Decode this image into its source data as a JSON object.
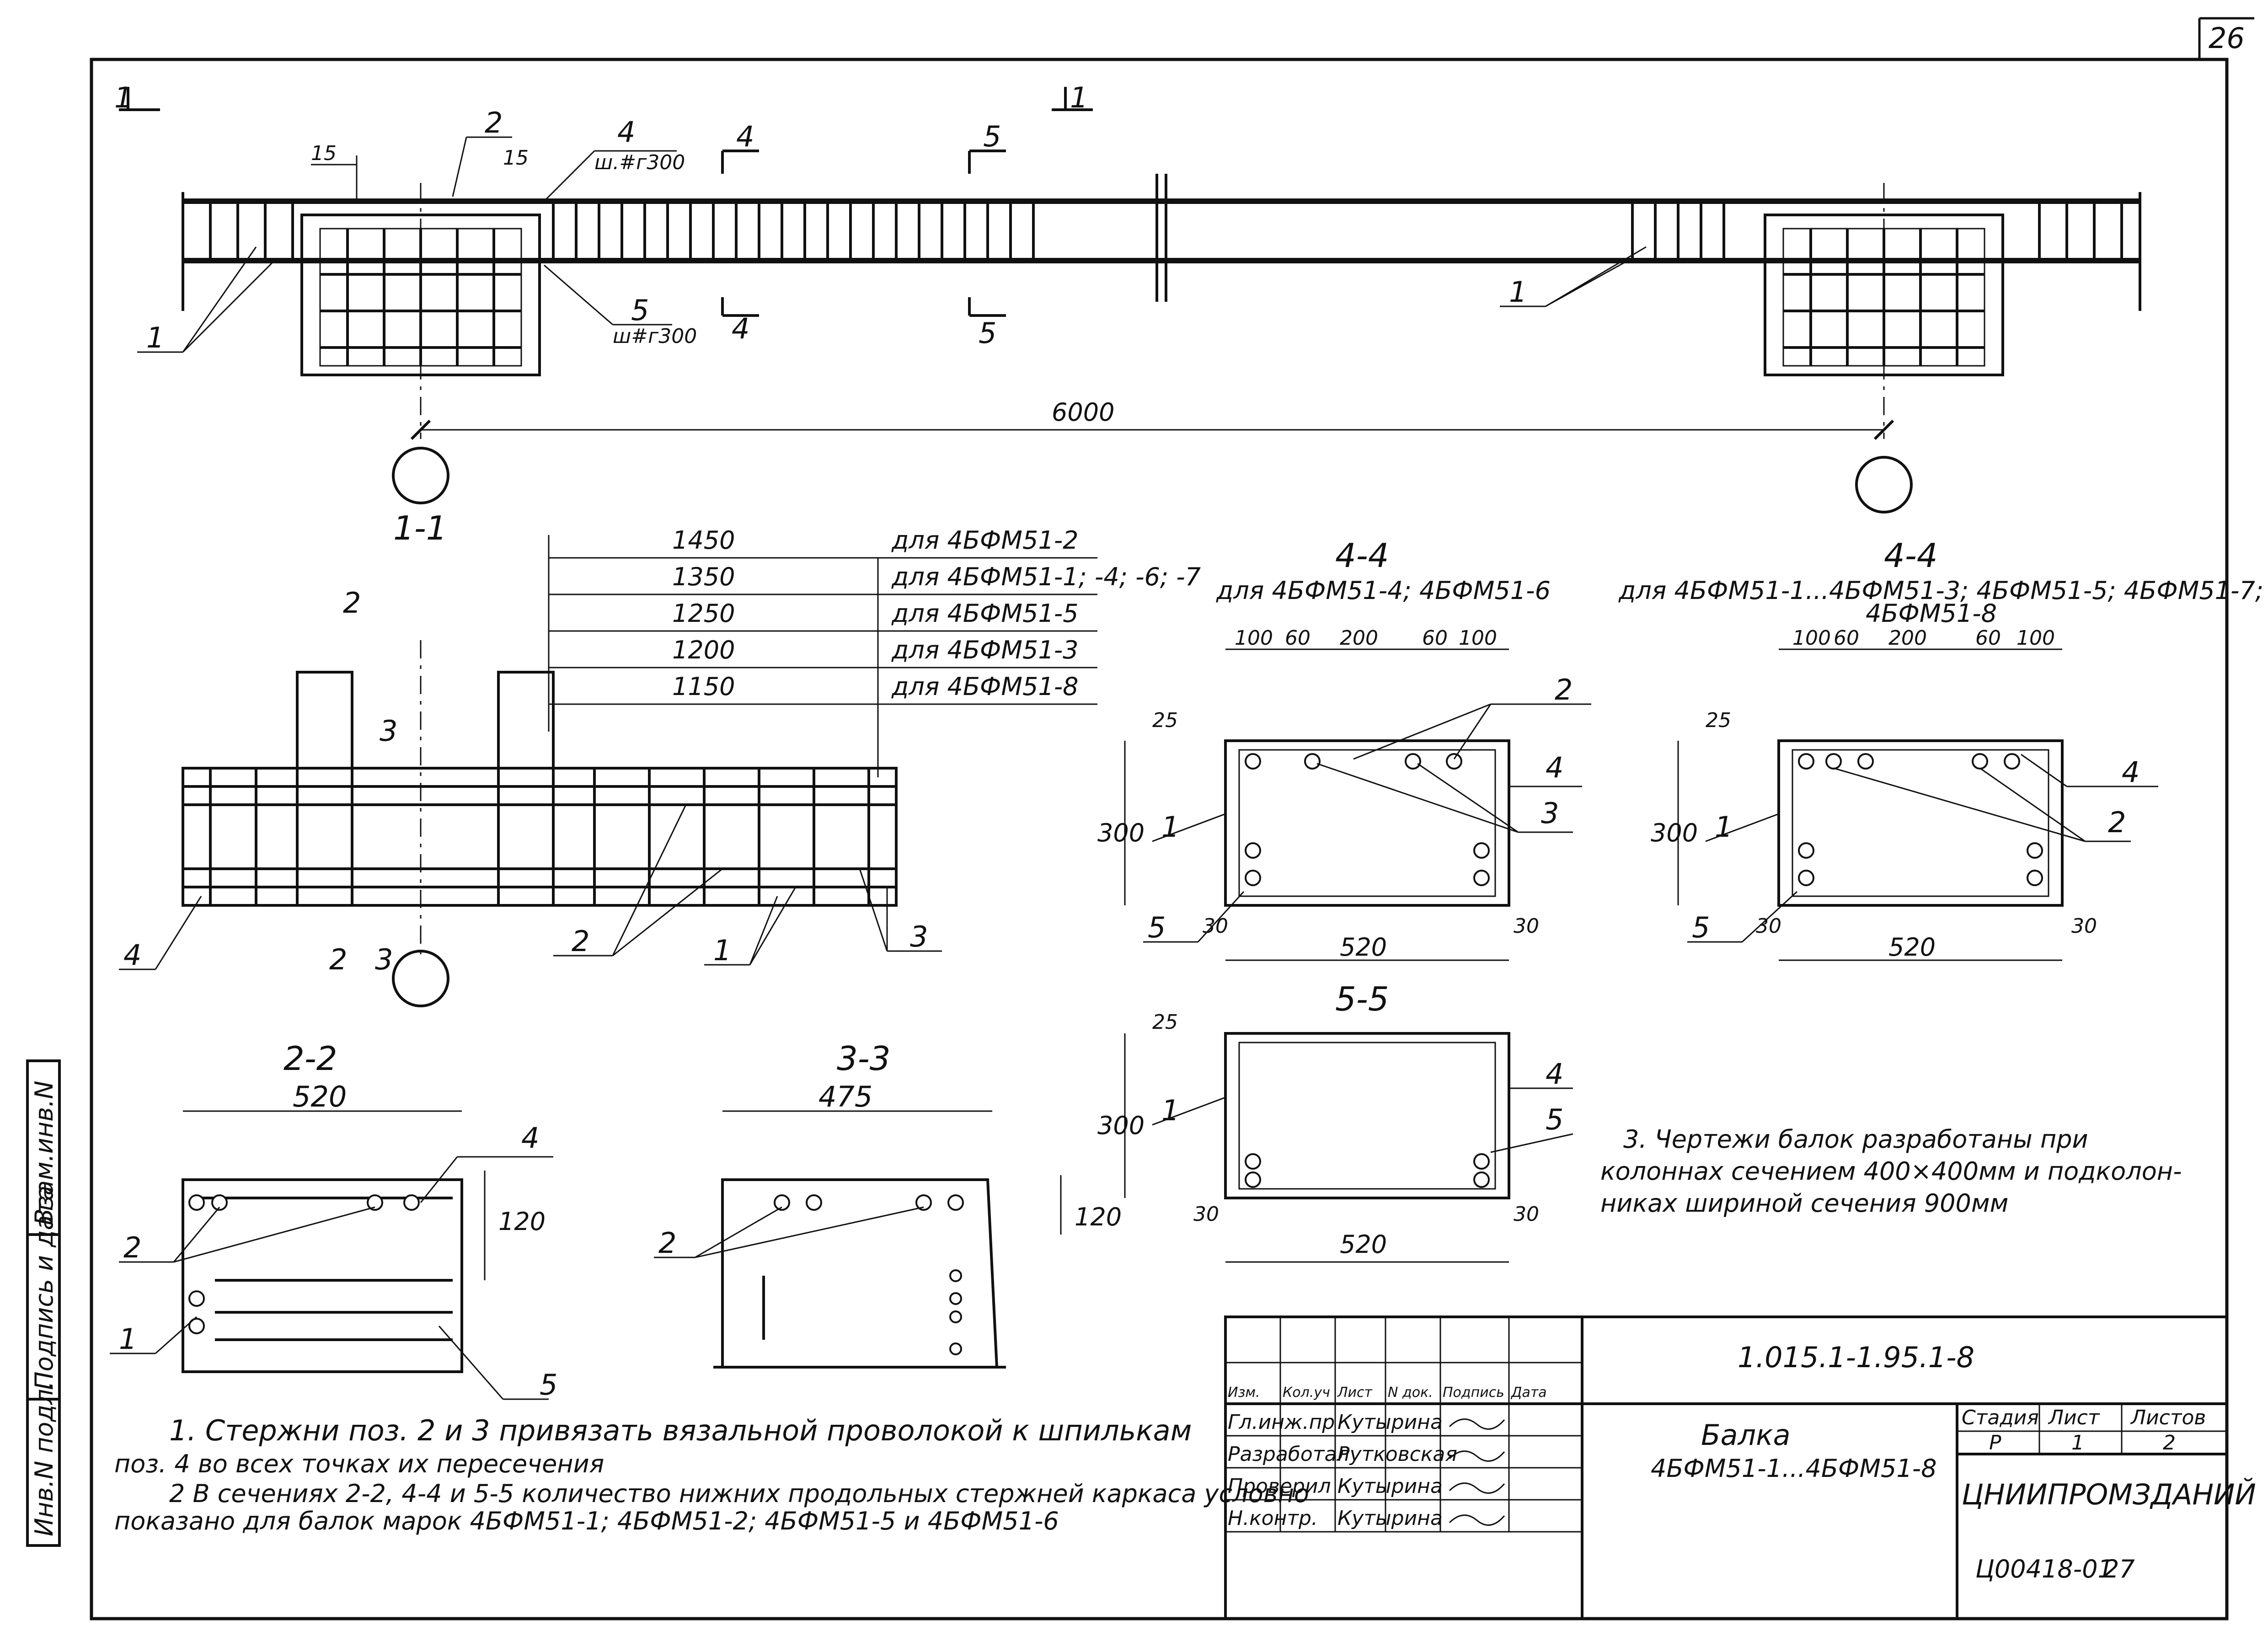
{
  "sheet_number": "26",
  "elevation": {
    "section_marks": [
      "1",
      "1",
      "4",
      "4",
      "5",
      "5"
    ],
    "labels": {
      "dim15": "15",
      "n2": "2",
      "n4": "4",
      "step4": "ш.#г300",
      "n5": "5",
      "step5": "ш#г300",
      "n1": "1",
      "span": "6000"
    }
  },
  "section_1_1": {
    "title": "1-1",
    "dims": [
      "1450",
      "1350",
      "1250",
      "1200",
      "1150"
    ],
    "dim_notes": [
      "для 4БФМ51-2",
      "для 4БФМ51-1; -4; -6; -7",
      "для 4БФМ51-5",
      "для 4БФМ51-3",
      "для 4БФМ51-8"
    ],
    "marks": [
      "2",
      "3",
      "2",
      "3",
      "4",
      "2",
      "1",
      "3"
    ]
  },
  "section_4_4_a": {
    "title": "4-4",
    "subtitle": "для 4БФМ51-4; 4БФМ51-6",
    "top_dims": [
      "100",
      "60",
      "200",
      "60",
      "100"
    ],
    "side_dims": [
      "25",
      "300"
    ],
    "bottom_dims": [
      "30",
      "520",
      "30"
    ],
    "marks": [
      "2",
      "4",
      "3",
      "1",
      "5"
    ]
  },
  "section_4_4_b": {
    "title": "4-4",
    "subtitle": "для 4БФМ51-1...4БФМ51-3; 4БФМ51-5; 4БФМ51-7;",
    "subtitle2": "4БФМ51-8",
    "top_dims": [
      "100",
      "60",
      "200",
      "60",
      "100"
    ],
    "side_dims": [
      "25",
      "300"
    ],
    "bottom_dims": [
      "30",
      "520",
      "30"
    ],
    "marks": [
      "4",
      "1",
      "2",
      "5"
    ]
  },
  "section_5_5": {
    "title": "5-5",
    "side_dims": [
      "25",
      "300"
    ],
    "bottom_dims": [
      "30",
      "520",
      "30"
    ],
    "marks": [
      "4",
      "1",
      "5"
    ]
  },
  "section_2_2": {
    "title": "2-2",
    "width": "520",
    "side": "120",
    "marks": [
      "4",
      "2",
      "1",
      "5"
    ]
  },
  "section_3_3": {
    "title": "3-3",
    "width": "475",
    "side": "120",
    "marks": [
      "2"
    ]
  },
  "note3": [
    "3. Чертежи балок разработаны при",
    "колоннах сечением 400×400мм и подколон-",
    "никах шириной сечения 900мм"
  ],
  "notes": [
    "1. Стержни поз. 2 и 3 привязать вязальной проволокой к шпилькам",
    "поз. 4 во всех точках их пересечения",
    "2 В сечениях 2-2, 4-4 и 5-5 количество нижних продольных стержней каркаса условно",
    "показано для балок марок 4БФМ51-1; 4БФМ51-2; 4БФМ51-5 и 4БФМ51-6"
  ],
  "side_stamp": [
    "Инв.N подл.",
    "Подпись и дата",
    "Взам.инв.N"
  ],
  "title_block": {
    "code": "1.015.1-1.95.1-8",
    "header": [
      "Изм.",
      "Кол.уч",
      "Лист",
      "N док.",
      "Подпись",
      "Дата"
    ],
    "rows": [
      {
        "role": "Гл.инж.пр",
        "name": "Кутырина"
      },
      {
        "role": "Разработал",
        "name": "Рутковская"
      },
      {
        "role": "Проверил",
        "name": "Кутырина"
      },
      {
        "role": "Н.контр.",
        "name": "Кутырина"
      }
    ],
    "product": "Балка",
    "product_marks": "4БФМ51-1...4БФМ51-8",
    "stage_header": "Стадия",
    "sheet_header": "Лист",
    "sheets_header": "Листов",
    "stage": "Р",
    "sheet": "1",
    "sheets": "2",
    "organization": "ЦНИИПРОМЗДАНИЙ",
    "archive": "Ц00418-01",
    "page": "27"
  }
}
